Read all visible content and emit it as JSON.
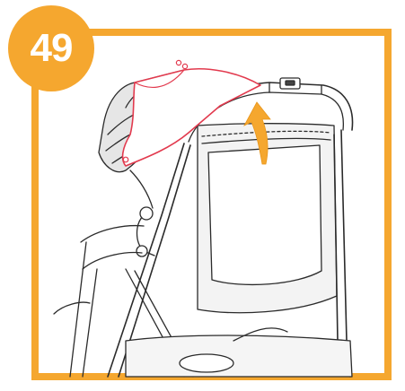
{
  "step": {
    "number": "49"
  },
  "colors": {
    "accent": "#F5A72F",
    "canopy_highlight": "#E23A4E",
    "line": "#2b2b2b"
  },
  "illustration": {
    "subject": "stroller-rear-view",
    "action": "fold-canopy-over-handlebar",
    "arrow_direction": "up-and-over"
  }
}
